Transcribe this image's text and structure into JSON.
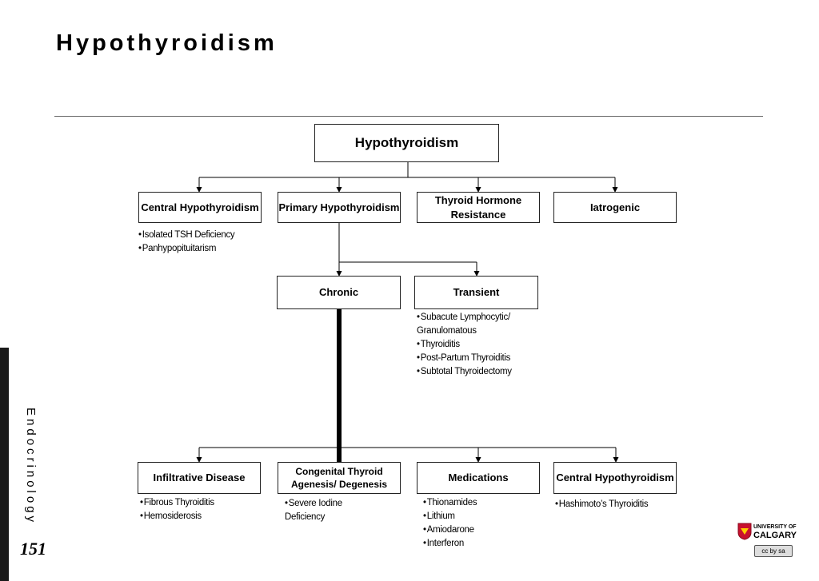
{
  "page": {
    "title": "Hypothyroidism",
    "side_label": "Endocrinology",
    "page_number": "151"
  },
  "diagram": {
    "root": "Hypothyroidism",
    "level1": [
      {
        "label": "Central Hypothyroidism",
        "notes": [
          "Isolated TSH Deficiency",
          "Panhypopituitarism"
        ]
      },
      {
        "label": "Primary Hypothyroidism",
        "notes": []
      },
      {
        "label": "Thyroid Hormone Resistance",
        "notes": []
      },
      {
        "label": "Iatrogenic",
        "notes": []
      }
    ],
    "level2": [
      {
        "label": "Chronic",
        "notes": []
      },
      {
        "label": "Transient",
        "notes": [
          "Subacute Lymphocytic/ Granulomatous",
          "Thyroiditis",
          "Post-Partum Thyroiditis",
          "Subtotal Thyroidectomy"
        ]
      }
    ],
    "level3": [
      {
        "label": "Infiltrative Disease",
        "notes": [
          "Fibrous Thyroiditis",
          "Hemosiderosis"
        ]
      },
      {
        "label": "Congenital Thyroid Agenesis/ Degenesis",
        "notes": [
          "Severe Iodine Deficiency"
        ]
      },
      {
        "label": "Medications",
        "notes": [
          "Thionamides",
          "Lithium",
          "Amiodarone",
          "Interferon"
        ]
      },
      {
        "label": "Central Hypothyroidism",
        "notes": [
          "Hashimoto’s Thyroiditis"
        ]
      }
    ]
  },
  "logo": {
    "line1": "UNIVERSITY OF",
    "line2": "CALGARY",
    "license_badge": "cc by sa",
    "colors": {
      "red": "#c8102e",
      "gold": "#ffcd00"
    }
  }
}
